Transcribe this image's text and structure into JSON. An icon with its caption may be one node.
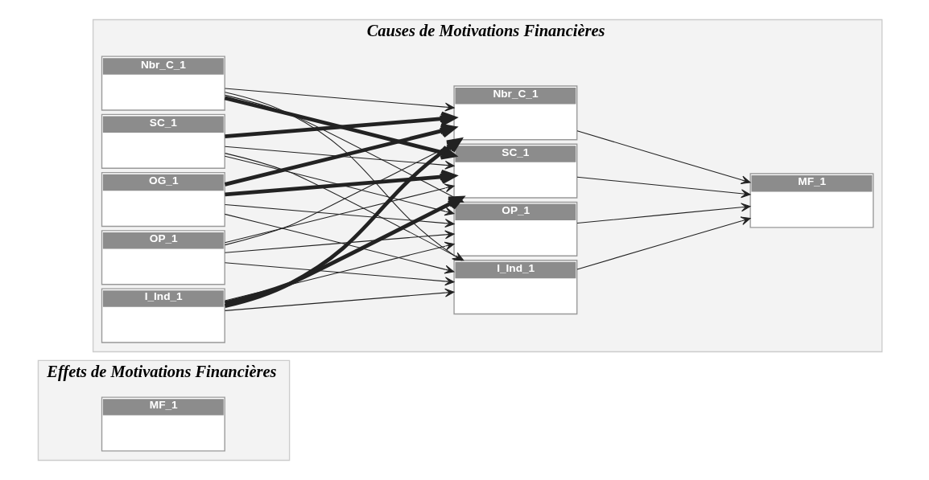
{
  "diagram": {
    "nodes": [
      {
        "text": [
          "Causes de Motivations Financières"
        ]
      },
      {
        "text": [
          "Nbr_C_1"
        ],
        "in": 0
      },
      {
        "text": [
          "SC_1"
        ],
        "in": 0
      },
      {
        "text": [
          "OG_1"
        ],
        "in": 0
      },
      {
        "text": [
          "OP_1"
        ],
        "in": 0
      },
      {
        "text": [
          "I_Ind_1"
        ],
        "in": 0
      },
      {
        "text": [
          "I_Ind_1"
        ],
        "in": 0
      },
      {
        "text": [
          "OP_1"
        ],
        "in": 0
      },
      {
        "text": [
          "SC_1"
        ],
        "in": 0
      },
      {
        "text": [
          "Nbr_C_1"
        ],
        "in": 0
      },
      {
        "text": [
          "MF_1"
        ],
        "in": 0
      },
      {
        "text": [
          "Effets de Motivations Financières"
        ]
      },
      {
        "text": [
          "MF_1"
        ],
        "in": 11
      }
    ],
    "edges": [
      {
        "from": 1,
        "to": 6,
        "arrow": "to"
      },
      {
        "from": 1,
        "to": 7,
        "arrow": "to"
      },
      {
        "from": 1,
        "to": 8,
        "arrow": "to",
        "style": "thick"
      },
      {
        "from": 1,
        "to": 9,
        "arrow": "to"
      },
      {
        "from": 2,
        "to": 6,
        "arrow": "to"
      },
      {
        "from": 2,
        "to": 7,
        "arrow": "to"
      },
      {
        "from": 2,
        "to": 8,
        "arrow": "to"
      },
      {
        "from": 2,
        "to": 9,
        "arrow": "to",
        "style": "thick"
      },
      {
        "from": 3,
        "to": 6,
        "arrow": "to"
      },
      {
        "from": 3,
        "to": 7,
        "arrow": "to"
      },
      {
        "from": 3,
        "to": 8,
        "arrow": "to",
        "style": "thick"
      },
      {
        "from": 3,
        "to": 9,
        "arrow": "to",
        "style": "thick"
      },
      {
        "from": 4,
        "to": 6,
        "arrow": "to"
      },
      {
        "from": 4,
        "to": 7,
        "arrow": "to"
      },
      {
        "from": 4,
        "to": 8,
        "arrow": "to"
      },
      {
        "from": 4,
        "to": 9,
        "arrow": "to"
      },
      {
        "from": 5,
        "to": 6,
        "arrow": "to"
      },
      {
        "from": 5,
        "to": 7,
        "arrow": "to"
      },
      {
        "from": 5,
        "to": 8,
        "arrow": "to",
        "style": "thick"
      },
      {
        "from": 5,
        "to": 9,
        "arrow": "to",
        "style": "thick"
      },
      {
        "from": 6,
        "to": 10,
        "arrow": "to"
      },
      {
        "from": 7,
        "to": 10,
        "arrow": "to"
      },
      {
        "from": 8,
        "to": 10,
        "arrow": "to"
      },
      {
        "from": 9,
        "to": 10,
        "arrow": "to"
      }
    ]
  }
}
